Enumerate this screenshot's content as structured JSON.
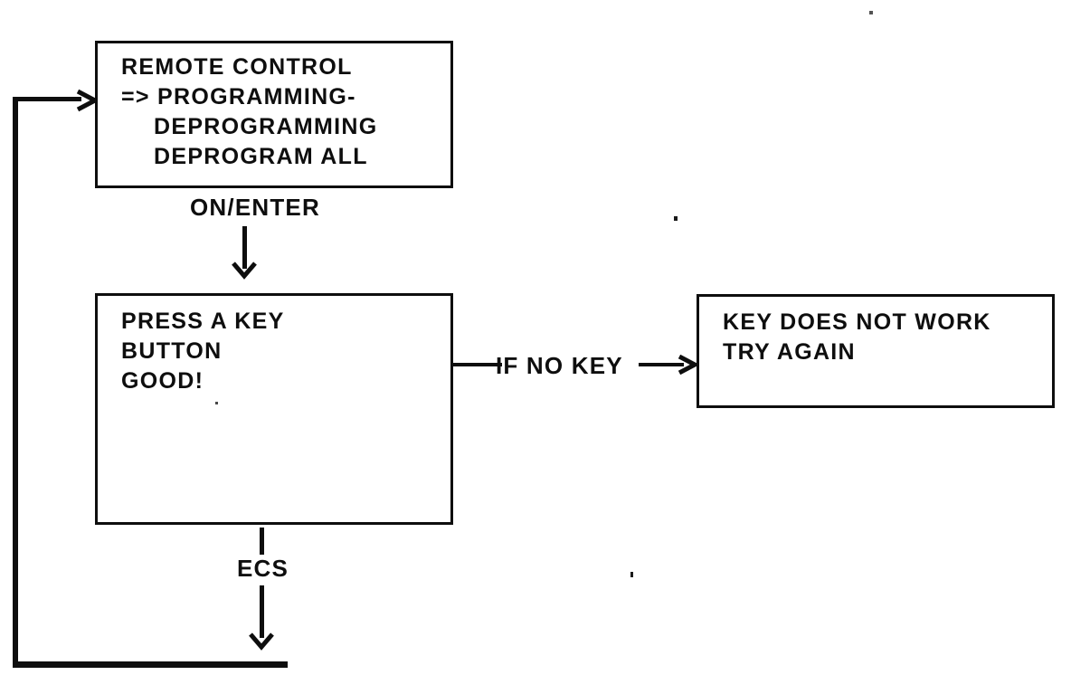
{
  "diagram": {
    "type": "flowchart",
    "style": "scanned-monochrome-service-manual",
    "ink_color": "#0e0e0e",
    "paper_color": "#ffffff",
    "nodes": {
      "remote_menu": {
        "lines": [
          "REMOTE CONTROL",
          "=> PROGRAMMING-",
          "DEPROGRAMMING",
          "DEPROGRAM ALL"
        ]
      },
      "press_key": {
        "lines": [
          "PRESS A KEY",
          "BUTTON",
          "GOOD!"
        ]
      },
      "key_fail": {
        "lines": [
          "KEY DOES NOT WORK",
          "TRY AGAIN"
        ]
      }
    },
    "edges": {
      "on_enter": {
        "label": "ON/ENTER",
        "from": "remote_menu",
        "to": "press_key",
        "direction": "down"
      },
      "if_no_key": {
        "label": "IF NO KEY",
        "from": "press_key",
        "to": "key_fail",
        "direction": "right"
      },
      "ecs_loop": {
        "label": "ECS",
        "from": "press_key",
        "to": "remote_menu",
        "direction": "down-then-loop-left-up"
      }
    }
  }
}
